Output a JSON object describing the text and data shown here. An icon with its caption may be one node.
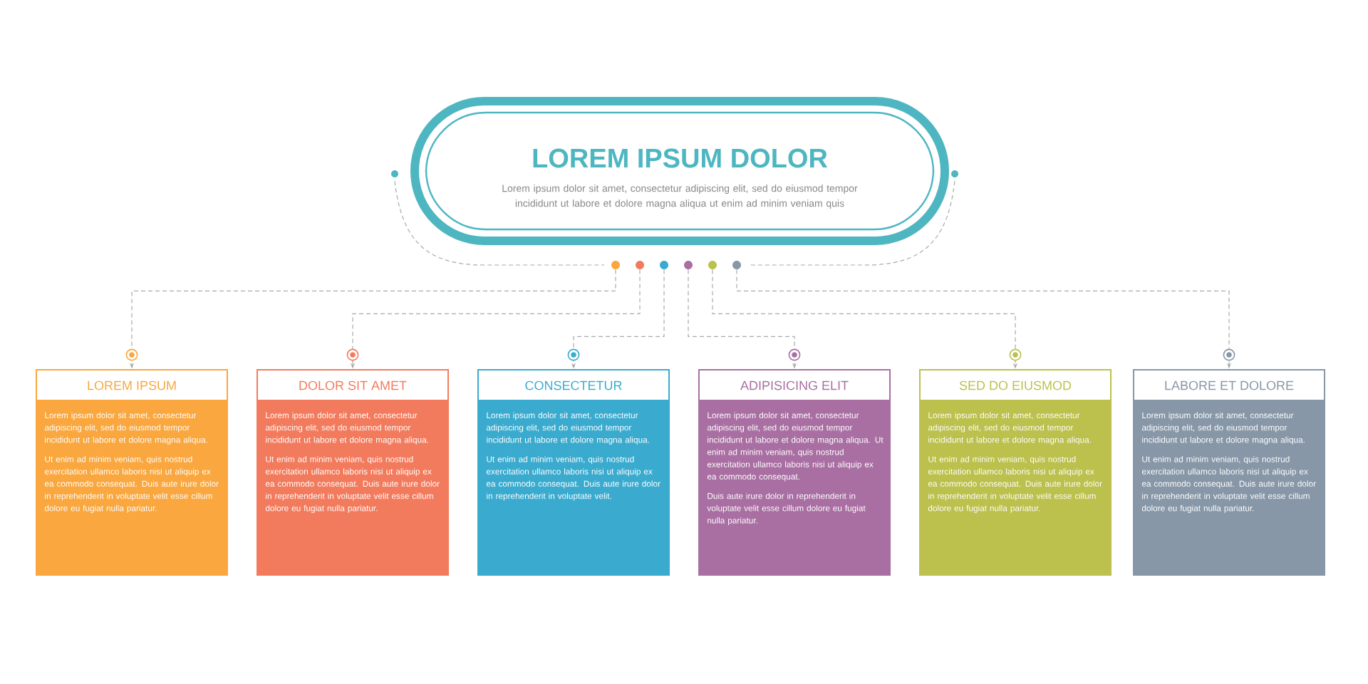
{
  "diagram": {
    "nodes": [
      {
        "text": [
          "LOREM IPSUM DOLOR",
          "Lorem ipsum dolor sit amet, consectetur adipiscing elit, sed do eiusmod tempor incididunt ut labore et dolore magna aliqua ut enim ad minim veniam quis"
        ]
      },
      {
        "text": [],
        "shape": "circle"
      },
      {
        "text": [],
        "shape": "circle"
      },
      {
        "text": [],
        "shape": "circle"
      },
      {
        "text": [],
        "shape": "circle"
      },
      {
        "text": [],
        "shape": "circle"
      },
      {
        "text": [],
        "shape": "circle"
      },
      {
        "text": [
          "LOREM IPSUM",
          "Lorem ipsum dolor sit amet, consectetur adipiscing elit, sed do eiusmod tempor incididunt ut labore et dolore magna aliqua.",
          "Ut enim ad minim veniam, quis nostrud exercitation ullamco laboris nisi ut aliquip ex ea commodo consequat. Duis aute irure dolor in reprehenderit in voluptate velit esse cillum dolore eu fugiat nulla pariatur."
        ]
      },
      {
        "text": [
          "DOLOR SIT AMET",
          "Lorem ipsum dolor sit amet, consectetur adipiscing elit, sed do eiusmod tempor incididunt ut labore et dolore magna aliqua.",
          "Ut enim ad minim veniam, quis nostrud exercitation ullamco laboris nisi ut aliquip ex ea commodo consequat. Duis aute irure dolor in reprehenderit in voluptate velit esse cillum dolore eu fugiat nulla pariatur."
        ]
      },
      {
        "text": [
          "CONSECTETUR",
          "Lorem ipsum dolor sit amet, consectetur adipiscing elit, sed do eiusmod tempor incididunt ut labore et dolore magna aliqua.",
          "Ut enim ad minim veniam, quis nostrud exercitation ullamco laboris nisi ut aliquip ex ea commodo consequat. Duis aute irure dolor in reprehenderit in voluptate velit."
        ]
      },
      {
        "text": [
          "ADIPISICING ELIT",
          "Lorem ipsum dolor sit amet, consectetur adipiscing elit, sed do eiusmod tempor incididunt ut labore et dolore magna aliqua. Ut enim ad minim veniam, quis nostrud exercitation ullamco laboris nisi ut aliquip ex ea commodo consequat.",
          "Duis aute irure dolor in reprehenderit in voluptate velit esse cillum dolore eu fugiat nulla pariatur."
        ]
      },
      {
        "text": [
          "SED DO EIUSMOD",
          "Lorem ipsum dolor sit amet, consectetur adipiscing elit, sed do eiusmod tempor incididunt ut labore et dolore magna aliqua.",
          "Ut enim ad minim veniam, quis nostrud exercitation ullamco laboris nisi ut aliquip ex ea commodo consequat. Duis aute irure dolor in reprehenderit in voluptate velit esse cillum dolore eu fugiat nulla pariatur."
        ]
      },
      {
        "text": [
          "LABORE ET DOLORE",
          "Lorem ipsum dolor sit amet, consectetur adipiscing elit, sed do eiusmod tempor incididunt ut labore et dolore magna aliqua.",
          "Ut enim ad minim veniam, quis nostrud exercitation ullamco laboris nisi ut aliquip ex ea commodo consequat. Duis aute irure dolor in reprehenderit in voluptate velit esse cillum dolore eu fugiat nulla pariatur."
        ]
      }
    ],
    "edges": [
      {
        "from": 1,
        "to": 7,
        "arrow": "to",
        "style": "dashed"
      },
      {
        "from": 2,
        "to": 8,
        "arrow": "to",
        "style": "dashed"
      },
      {
        "from": 3,
        "to": 9,
        "arrow": "to",
        "style": "dashed"
      },
      {
        "from": 4,
        "to": 10,
        "arrow": "to",
        "style": "dashed"
      },
      {
        "from": 5,
        "to": 11,
        "arrow": "to",
        "style": "dashed"
      },
      {
        "from": 6,
        "to": 12,
        "arrow": "to",
        "style": "dashed"
      }
    ]
  }
}
